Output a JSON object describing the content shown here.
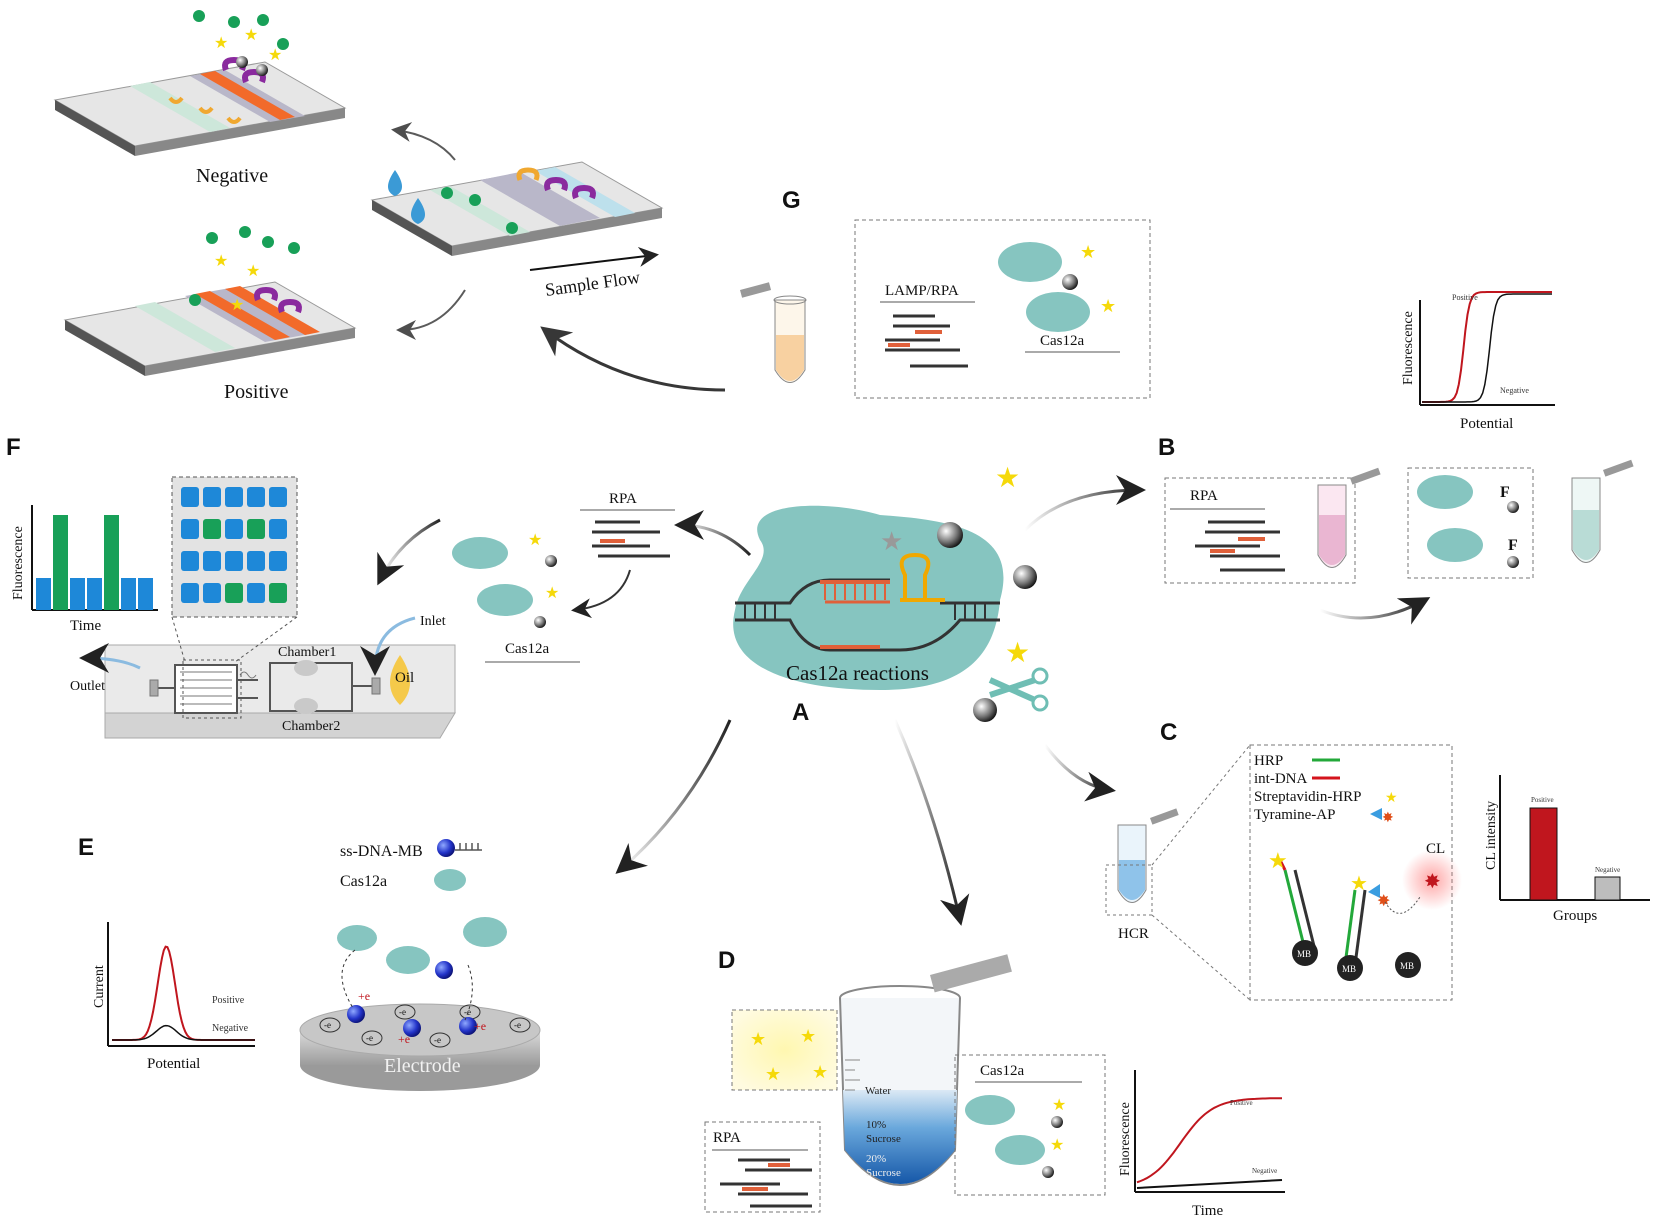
{
  "panels": {
    "A": {
      "letter": "A",
      "title": "Cas12a reactions"
    },
    "B": {
      "letter": "B",
      "rpa": "RPA",
      "f_label": "F",
      "chart": {
        "ylabel": "Fluorescence",
        "xlabel": "Potential",
        "positive": "Positive",
        "negative": "Negative"
      }
    },
    "C": {
      "letter": "C",
      "legend": [
        "HRP",
        "int-DNA",
        "Streptavidin-HRP",
        "Tyramine-AP"
      ],
      "hcr": "HCR",
      "cl": "CL",
      "mb": "MB",
      "chart": {
        "ylabel": "CL intensity",
        "xlabel": "Groups",
        "positive": "Positive",
        "negative": "Negative"
      }
    },
    "D": {
      "letter": "D",
      "rpa": "RPA",
      "cas": "Cas12a",
      "layers": [
        "Water",
        "10%",
        "Sucrose",
        "20%",
        "Sucrose"
      ],
      "chart": {
        "ylabel": "Fluorescence",
        "xlabel": "Time",
        "positive": "Positive",
        "negative": "Negative"
      }
    },
    "E": {
      "letter": "E",
      "legend": [
        "ss-DNA-MB",
        "Cas12a"
      ],
      "electrode": "Electrode",
      "plus_e": "+e",
      "minus_e": "-e",
      "chart": {
        "ylabel": "Current",
        "xlabel": "Potential",
        "positive": "Positive",
        "negative": "Negative"
      }
    },
    "F": {
      "letter": "F",
      "rpa": "RPA",
      "cas": "Cas12a",
      "chamber1": "Chamber1",
      "chamber2": "Chamber2",
      "inlet": "Inlet",
      "outlet": "Outlet",
      "oil": "Oil",
      "chart": {
        "ylabel": "Fluorescence",
        "xlabel": "Time"
      }
    },
    "G": {
      "letter": "G",
      "lamp": "LAMP/RPA",
      "cas": "Cas12a",
      "negative": "Negative",
      "positive": "Positive",
      "flow": "Sample Flow"
    }
  },
  "colors": {
    "cas": "#86c5c0",
    "dna": "#3a3a3a",
    "target": "#e0603a",
    "star": "#f5d90a",
    "red_curve": "#c0161e",
    "bar_blue": "#1e88d8",
    "bar_green": "#18a058",
    "strip_orange": "#f26a2a",
    "purple": "#8a2a9e"
  },
  "charts": {
    "B": {
      "type": "line",
      "series": [
        {
          "name": "Positive",
          "shape": "sigmoid",
          "midpoint": 0.32
        },
        {
          "name": "Negative",
          "shape": "sigmoid",
          "midpoint": 0.52
        }
      ]
    },
    "C": {
      "type": "bar",
      "categories": [
        "Positive",
        "Negative"
      ],
      "values": [
        0.95,
        0.25
      ]
    },
    "D": {
      "type": "line",
      "series": [
        {
          "name": "Positive",
          "shape": "sigmoid"
        },
        {
          "name": "Negative",
          "shape": "flat"
        }
      ]
    },
    "E": {
      "type": "line",
      "series": [
        {
          "name": "Positive",
          "peak": 0.78
        },
        {
          "name": "Negative",
          "peak": 0.12
        }
      ]
    },
    "F": {
      "type": "bar",
      "values": [
        0.32,
        0.95,
        0.32,
        0.32,
        0.95,
        0.32,
        0.32
      ],
      "series_colors": [
        "blue",
        "green",
        "blue",
        "blue",
        "green",
        "blue",
        "blue"
      ]
    }
  }
}
